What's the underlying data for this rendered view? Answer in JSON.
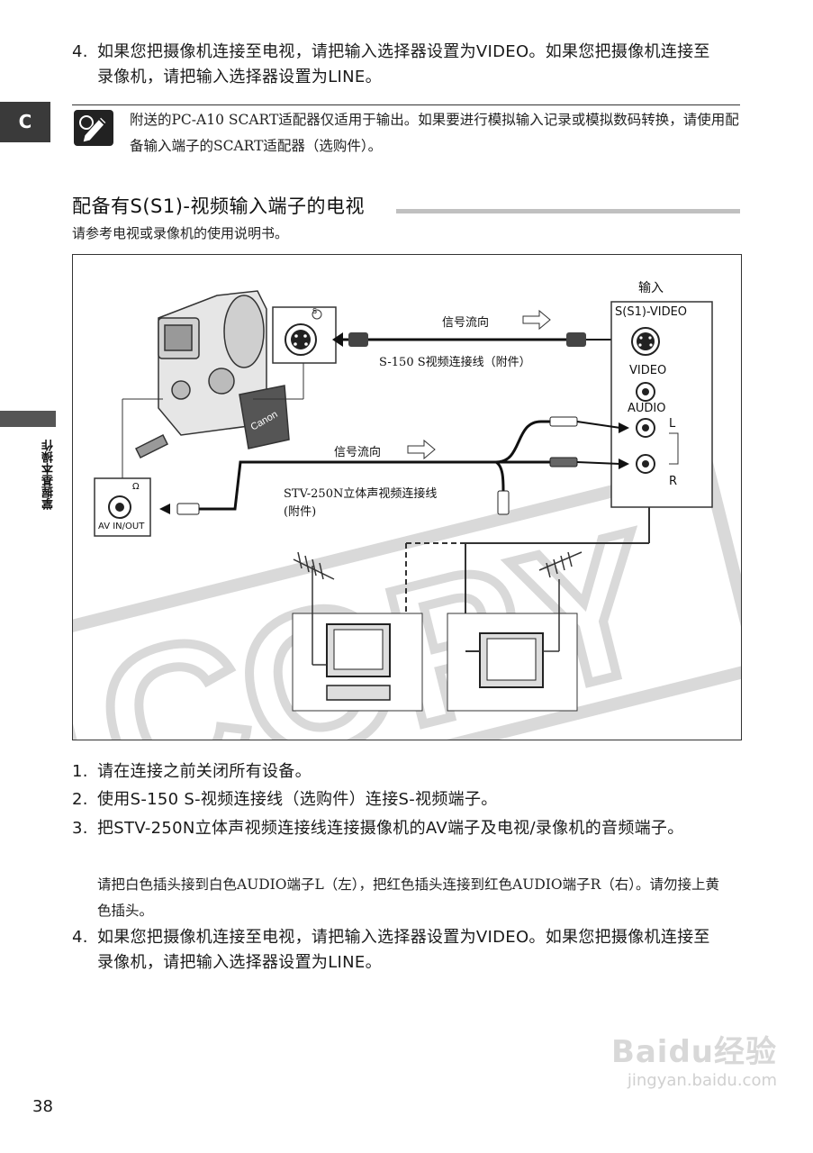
{
  "top_step": {
    "number": "4.",
    "text": "如果您把摄像机连接至电视，请把输入选择器设置为VIDEO。如果您把摄像机连接至录像机，请把输入选择器设置为LINE。"
  },
  "side_tab": {
    "letter": "C",
    "section": "掌握基本操作"
  },
  "note": {
    "icon": "pencil-note-icon",
    "text": "附送的PC-A10 SCART适配器仅适用于输出。如果要进行模拟输入记录或模拟数码转换，请使用配备输入端子的SCART适配器（选购件）。"
  },
  "section": {
    "title": "配备有S(S1)-视频输入端子的电视",
    "subtitle": "请参考电视或录像机的使用说明书。"
  },
  "diagram": {
    "input_label": "输入",
    "s_video_label": "S(S1)-VIDEO",
    "video_label": "VIDEO",
    "audio_label": "AUDIO",
    "left_label": "L",
    "right_label": "R",
    "signal_flow_1": "信号流向",
    "signal_flow_2": "信号流向",
    "s_cable_label": "S-150 S视频连接线（附件）",
    "stv_cable_label_1": "STV-250N立体声视频连接线",
    "stv_cable_label_2": "(附件)",
    "av_label": "AV IN/OUT",
    "s_port_symbol": "S",
    "headphone_symbol": "Ω",
    "camera_brand": "Canon"
  },
  "steps": [
    {
      "number": "1.",
      "text": "请在连接之前关闭所有设备。"
    },
    {
      "number": "2.",
      "text": "使用S-150 S-视频连接线（选购件）连接S-视频端子。"
    },
    {
      "number": "3.",
      "text": "把STV-250N立体声视频连接线连接摄像机的AV端子及电视/录像机的音频端子。"
    },
    {
      "number": "4.",
      "text": "如果您把摄像机连接至电视，请把输入选择器设置为VIDEO。如果您把摄像机连接至录像机，请把输入选择器设置为LINE。"
    }
  ],
  "step3_detail": "请把白色插头接到白色AUDIO端子L（左），把红色插头连接到红色AUDIO端子R（右）。请勿接上黄色插头。",
  "page_number": "38",
  "watermark": {
    "brand": "Baidu经验",
    "url": "jingyan.baidu.com"
  }
}
